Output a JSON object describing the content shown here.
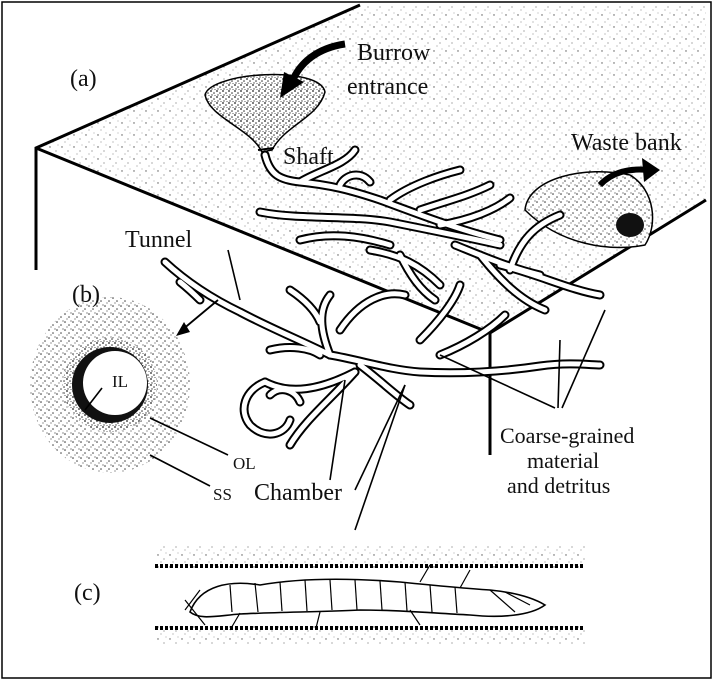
{
  "panels": {
    "a": "(a)",
    "b": "(b)",
    "c": "(c)"
  },
  "labels": {
    "burrow_entrance_line1": "Burrow",
    "burrow_entrance_line2": "entrance",
    "shaft": "Shaft",
    "waste_bank": "Waste bank",
    "tunnel": "Tunnel",
    "il": "IL",
    "ol": "OL",
    "ss": "SS",
    "chamber": "Chamber",
    "coarse_line1": "Coarse-grained",
    "coarse_line2": "material",
    "coarse_line3": "and detritus"
  }
}
